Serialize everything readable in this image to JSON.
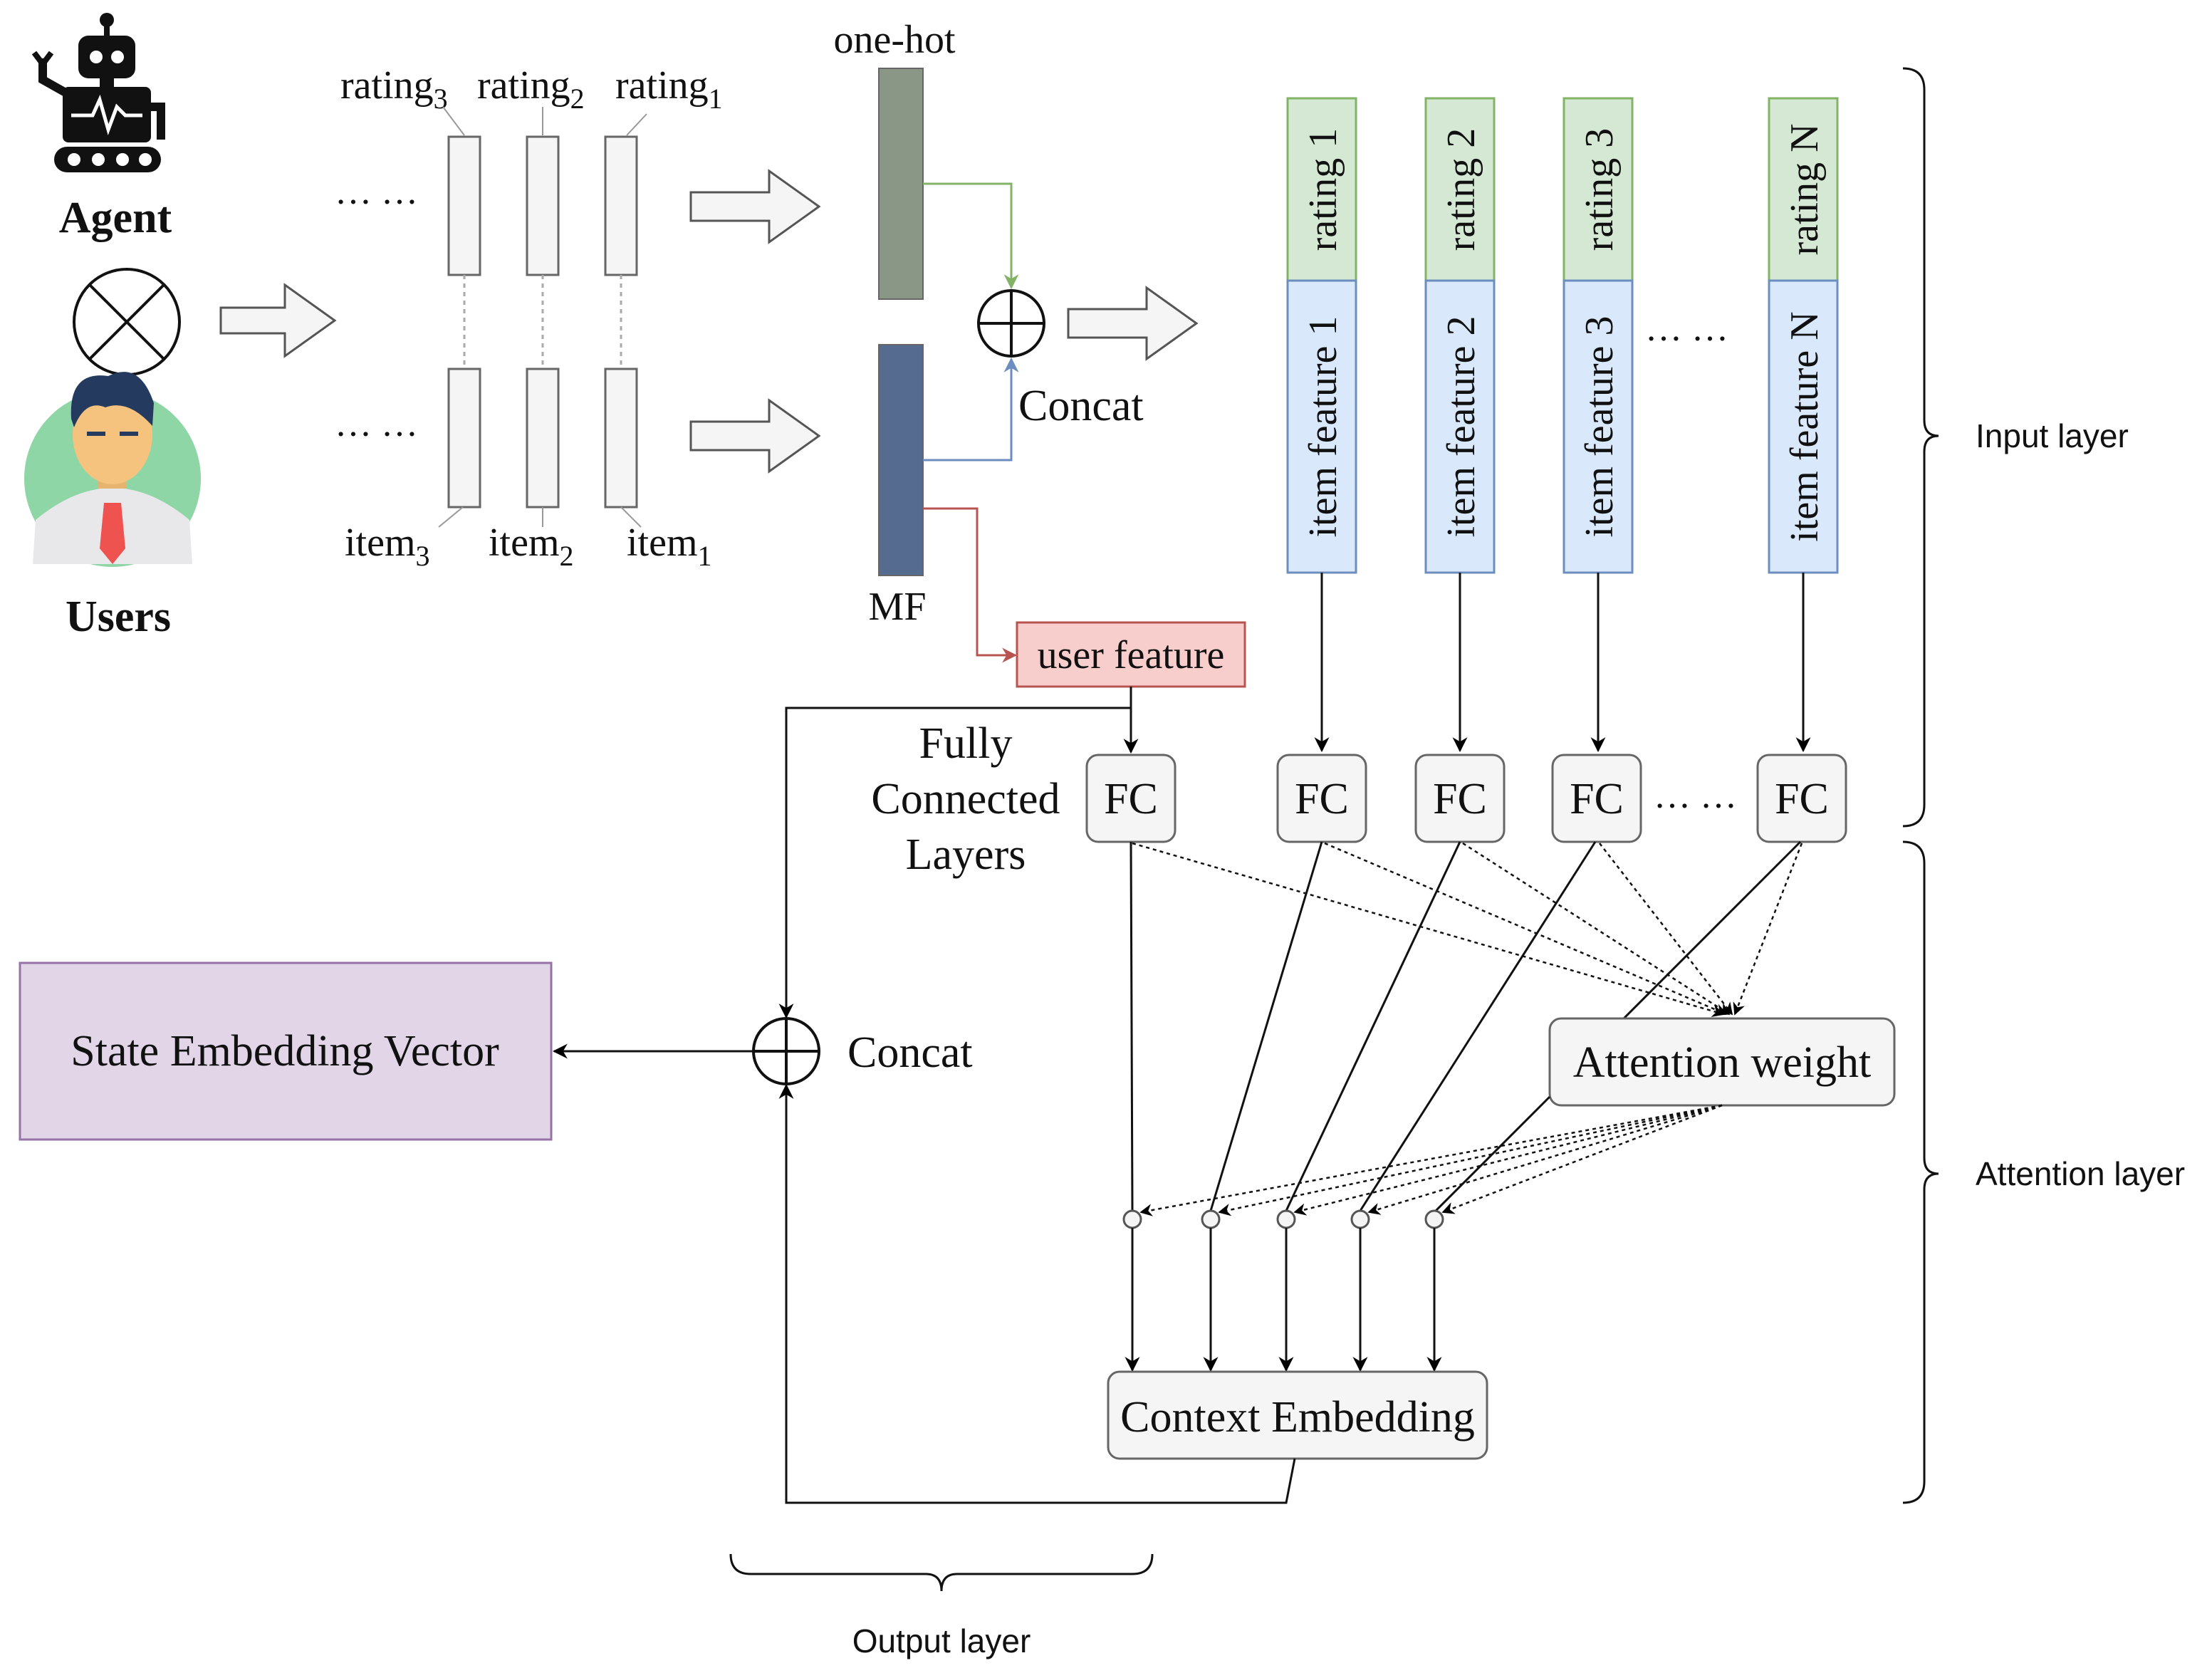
{
  "entities": {
    "agent_label": "Agent",
    "users_label": "Users"
  },
  "history": {
    "rating_prefix": "rating",
    "item_prefix": "item",
    "indices": [
      "3",
      "2",
      "1"
    ],
    "ellipsis": "… …"
  },
  "encoders": {
    "onehot_label": "one-hot",
    "mf_label": "MF",
    "concat_label": "Concat"
  },
  "user_feature_label": "user feature",
  "columns": [
    {
      "rating": "rating 1",
      "item": "item feature 1"
    },
    {
      "rating": "rating 2",
      "item": "item feature 2"
    },
    {
      "rating": "rating 3",
      "item": "item feature 3"
    },
    {
      "rating": "rating N",
      "item": "item feature N"
    }
  ],
  "column_ellipsis": "… …",
  "fc_label": "FC",
  "fc_ellipsis": "… …",
  "fully_connected_lines": [
    "Fully",
    "Connected",
    "Layers"
  ],
  "attention_weight_label": "Attention weight",
  "context_embedding_label": "Context Embedding",
  "output_concat_label": "Concat",
  "state_embedding_label": "State Embedding Vector",
  "layers": {
    "input": "Input layer",
    "attention": "Attention layer",
    "output": "Output layer"
  },
  "colors": {
    "onehot_bar": "#8a9786",
    "mf_bar": "#556b8f",
    "rating_fill": "#d5e8d4",
    "rating_stroke": "#82b366",
    "item_fill": "#dae8fc",
    "item_stroke": "#6c8ebf",
    "user_feature_fill": "#f8cecc",
    "user_feature_stroke": "#b85450",
    "state_fill": "#e1d5e7",
    "state_stroke": "#9673a6",
    "node_fill": "#f5f5f5",
    "node_stroke": "#666666",
    "green_arrow": "#82b366",
    "blue_arrow": "#6c8ebf",
    "red_arrow": "#b85450"
  }
}
